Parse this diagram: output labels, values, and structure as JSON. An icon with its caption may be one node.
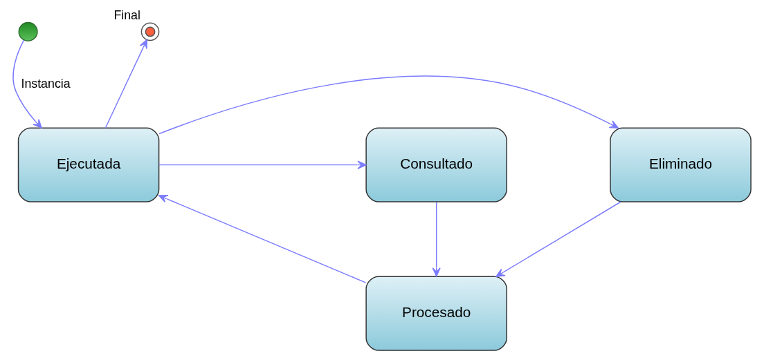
{
  "diagram": {
    "nodes": [
      {
        "text": [],
        "shape": "circle"
      },
      {
        "text": [],
        "shape": "circle",
        "beside": [
          "Final"
        ]
      },
      {
        "text": [
          "Eliminado"
        ]
      },
      {
        "text": [
          "Ejecutada"
        ]
      },
      {
        "text": [
          "Consultado"
        ]
      },
      {
        "text": [
          "Procesado"
        ]
      }
    ],
    "edges": [
      {
        "from": 0,
        "to": 3,
        "arrow": "to",
        "label": "Instancia"
      },
      {
        "from": 3,
        "to": 1,
        "arrow": "to"
      },
      {
        "from": 3,
        "to": 2,
        "arrow": "to"
      },
      {
        "from": 3,
        "to": 4,
        "arrow": "to"
      },
      {
        "from": 2,
        "to": 5,
        "arrow": "to"
      },
      {
        "from": 4,
        "to": 5,
        "arrow": "to"
      },
      {
        "from": 5,
        "to": 3,
        "arrow": "to"
      }
    ]
  }
}
